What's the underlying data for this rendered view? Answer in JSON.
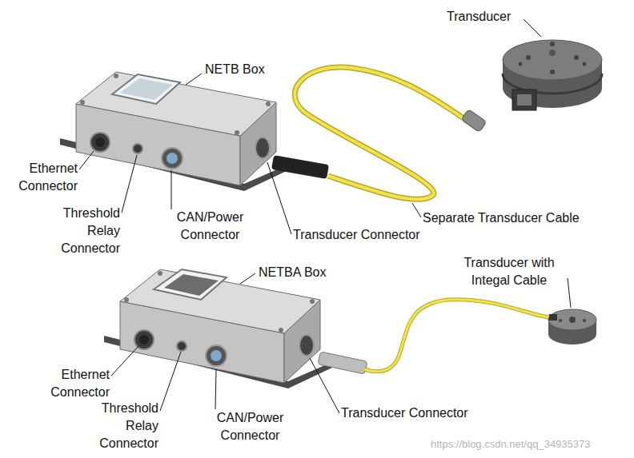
{
  "diagram": {
    "labels": [
      "Transducer",
      "NETB Box",
      "Ethernet Connector",
      "Threshold Relay Connector",
      "CAN/Power Connector",
      "Transducer Connector",
      "Separate Transducer Cable",
      "NETBA Box",
      "Transducer with Integal Cable",
      "Ethernet Connector",
      "Threshold Relay Connector",
      "CAN/Power Connector",
      "Transducer Connector",
      "https://blog.csdn.net/qq_34935373"
    ]
  }
}
